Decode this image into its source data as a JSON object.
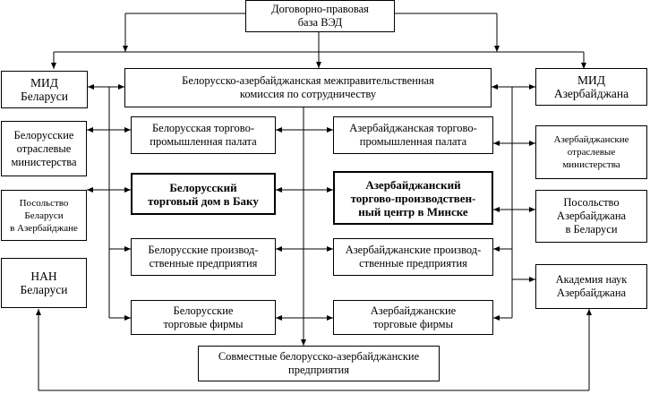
{
  "nodes": {
    "base": "Договорно-правовая\nбаза ВЭД",
    "commission": "Белорусско-азербайджанская межправительственная\nкомиссия по сотрудничеству",
    "mid_by": "МИД\nБеларуси",
    "mid_az": "МИД\nАзербайджана",
    "ministries_by": "Белорусские\nотраслевые\nминистерства",
    "ministries_az": "Азербайджанские\nотраслевые\nминистерства",
    "embassy_by": "Посольство\nБеларуси\nв Азербайджане",
    "embassy_az": "Посольство\nАзербайджана\nв Беларуси",
    "nan_by": "НАН\nБеларуси",
    "academy_az": "Академия наук\nАзербайджана",
    "chamber_by": "Белорусская торгово-\nпромышленная палата",
    "chamber_az": "Азербайджанская торгово-\nпромышленная палата",
    "tradehouse_by": "Белорусский\nторговый дом в Баку",
    "center_az": "Азербайджанский\nторгово-производствен-\nный центр в Минске",
    "enterprises_by": "Белорусские производ-\nственные предприятия",
    "enterprises_az": "Азербайджанские производ-\nственные предприятия",
    "firms_by": "Белорусские\nторговые фирмы",
    "firms_az": "Азербайджанские\nторговые фирмы",
    "joint": "Совместные белорусско-азербайджанские\nпредприятия"
  }
}
